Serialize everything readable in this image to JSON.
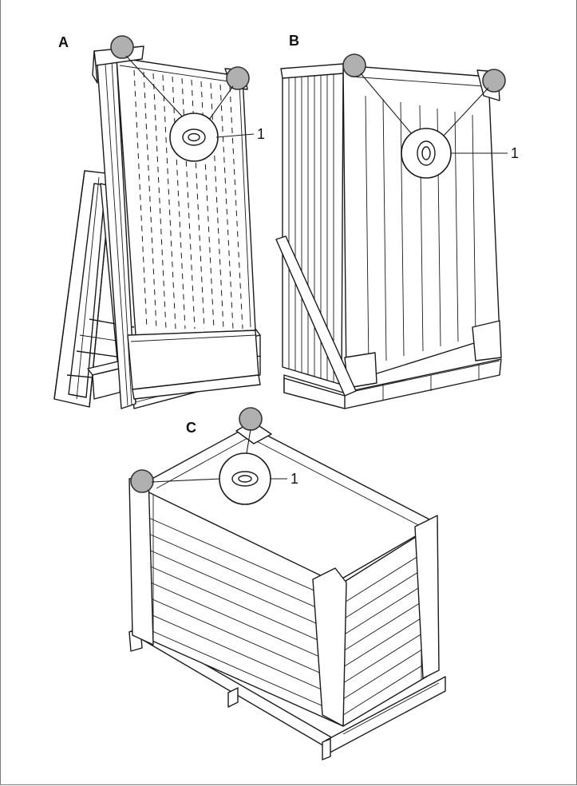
{
  "figure": {
    "panels": [
      {
        "id": "A",
        "label": "A",
        "callout": "1"
      },
      {
        "id": "B",
        "label": "B",
        "callout": "1"
      },
      {
        "id": "C",
        "label": "C",
        "callout": "1"
      }
    ]
  },
  "colors": {
    "line": "#1a1a1a",
    "corner_marker": "#b0b0b0",
    "frame": "#7a7a7a"
  }
}
